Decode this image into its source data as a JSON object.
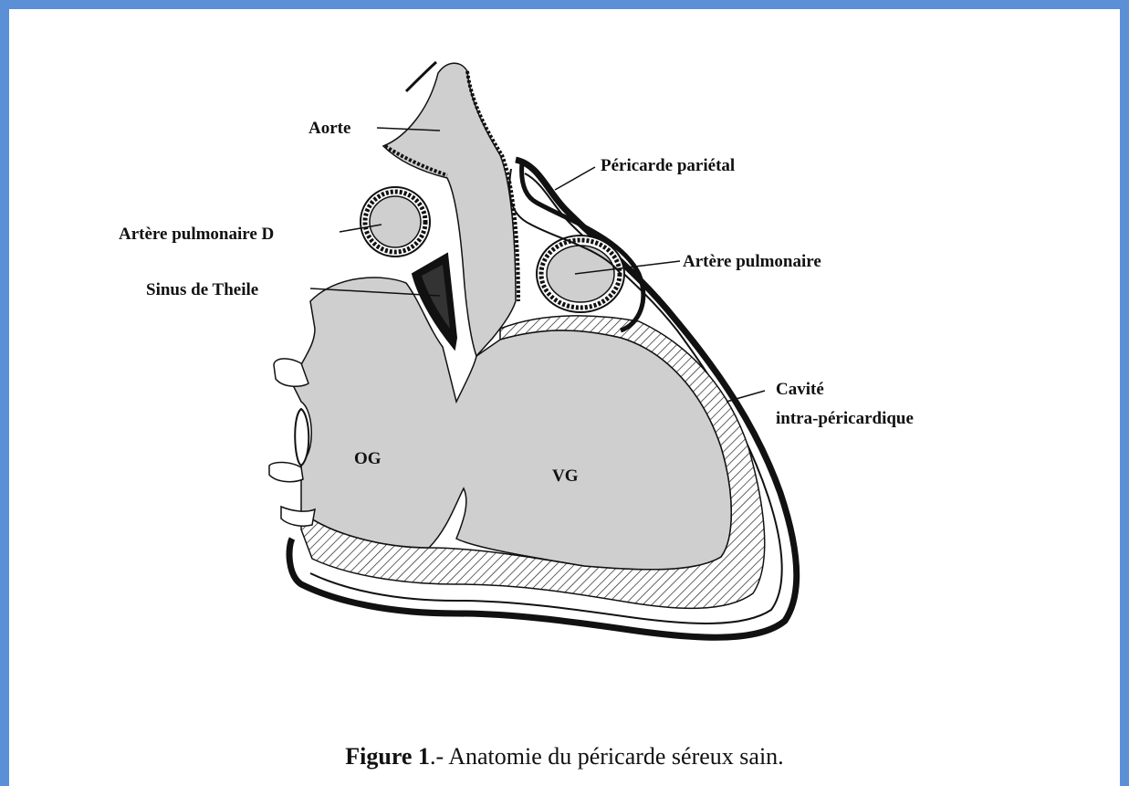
{
  "labels": {
    "aorte": "Aorte",
    "pericarde_parietal": "Péricarde pariétal",
    "artere_pulmonaire_d": "Artère pulmonaire D",
    "artere_pulmonaire": "Artère pulmonaire",
    "sinus_de_theile": "Sinus de Theile",
    "cavite_line1": "Cavité",
    "cavite_line2": "intra-péricardique",
    "og": "OG",
    "vg": "VG"
  },
  "caption": {
    "figure": "Figure 1",
    "text": ".- Anatomie du péricarde séreux sain."
  },
  "colors": {
    "frame": "#5b8fd6",
    "fill": "#cfcfcf",
    "outline": "#111111"
  }
}
